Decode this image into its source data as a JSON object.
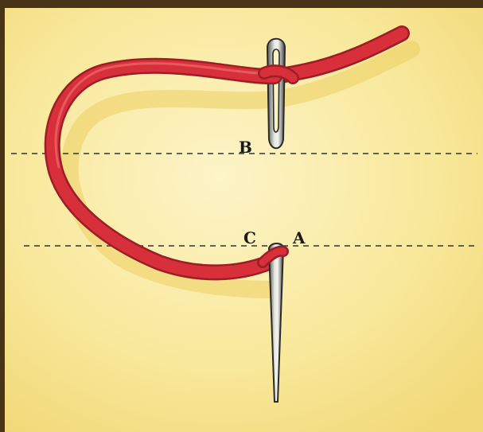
{
  "diagram": {
    "labels": {
      "b": "B",
      "c": "C",
      "a": "A"
    },
    "colors": {
      "paper": "#f7e79a",
      "paper_light": "#fbf2c4",
      "thread": "#d8303a",
      "thread_dark": "#9c1d24",
      "thread_shadow": "#e6c860",
      "needle": "#3a3a3a",
      "dashed_line": "#333333",
      "border": "#4a3418"
    }
  }
}
